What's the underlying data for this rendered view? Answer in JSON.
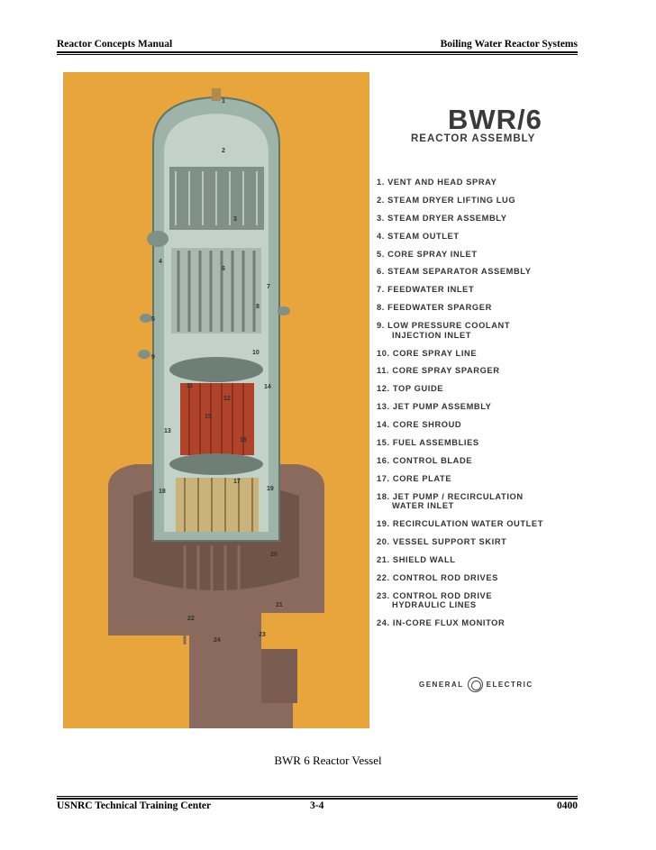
{
  "header": {
    "left": "Reactor Concepts Manual",
    "right": "Boiling Water Reactor Systems"
  },
  "plate": {
    "title": "BWR/6",
    "subtitle": "REACTOR ASSEMBLY",
    "components": [
      "1. VENT AND HEAD SPRAY",
      "2. STEAM DRYER LIFTING LUG",
      "3. STEAM DRYER ASSEMBLY",
      "4. STEAM OUTLET",
      "5. CORE SPRAY INLET",
      "6. STEAM SEPARATOR ASSEMBLY",
      "7. FEEDWATER INLET",
      "8. FEEDWATER SPARGER",
      "9. LOW PRESSURE COOLANT\nINJECTION INLET",
      "10. CORE SPRAY LINE",
      "11. CORE SPRAY SPARGER",
      "12. TOP GUIDE",
      "13. JET PUMP ASSEMBLY",
      "14. CORE SHROUD",
      "15. FUEL ASSEMBLIES",
      "16. CONTROL BLADE",
      "17. CORE PLATE",
      "18. JET PUMP / RECIRCULATION\nWATER INLET",
      "19. RECIRCULATION WATER OUTLET",
      "20. VESSEL SUPPORT SKIRT",
      "21. SHIELD WALL",
      "22. CONTROL ROD DRIVES",
      "23. CONTROL ROD DRIVE\nHYDRAULIC LINES",
      "24. IN-CORE FLUX MONITOR"
    ],
    "manufacturer_left": "GENERAL",
    "manufacturer_right": "ELECTRIC",
    "diagram_numbers": [
      "1",
      "2",
      "3",
      "4",
      "5",
      "6",
      "7",
      "8",
      "9",
      "10",
      "11",
      "12",
      "13",
      "14",
      "15",
      "16",
      "17",
      "18",
      "19",
      "20",
      "21",
      "22",
      "23",
      "24"
    ]
  },
  "caption": "BWR 6 Reactor Vessel",
  "footer": {
    "left": "USNRC Technical Training Center",
    "center": "3-4",
    "right": "0400"
  },
  "colors": {
    "background_art": "#e8a53c",
    "vessel": "#9fb4a8",
    "fuel": "#b0432a",
    "shield": "#8a6a5c"
  }
}
